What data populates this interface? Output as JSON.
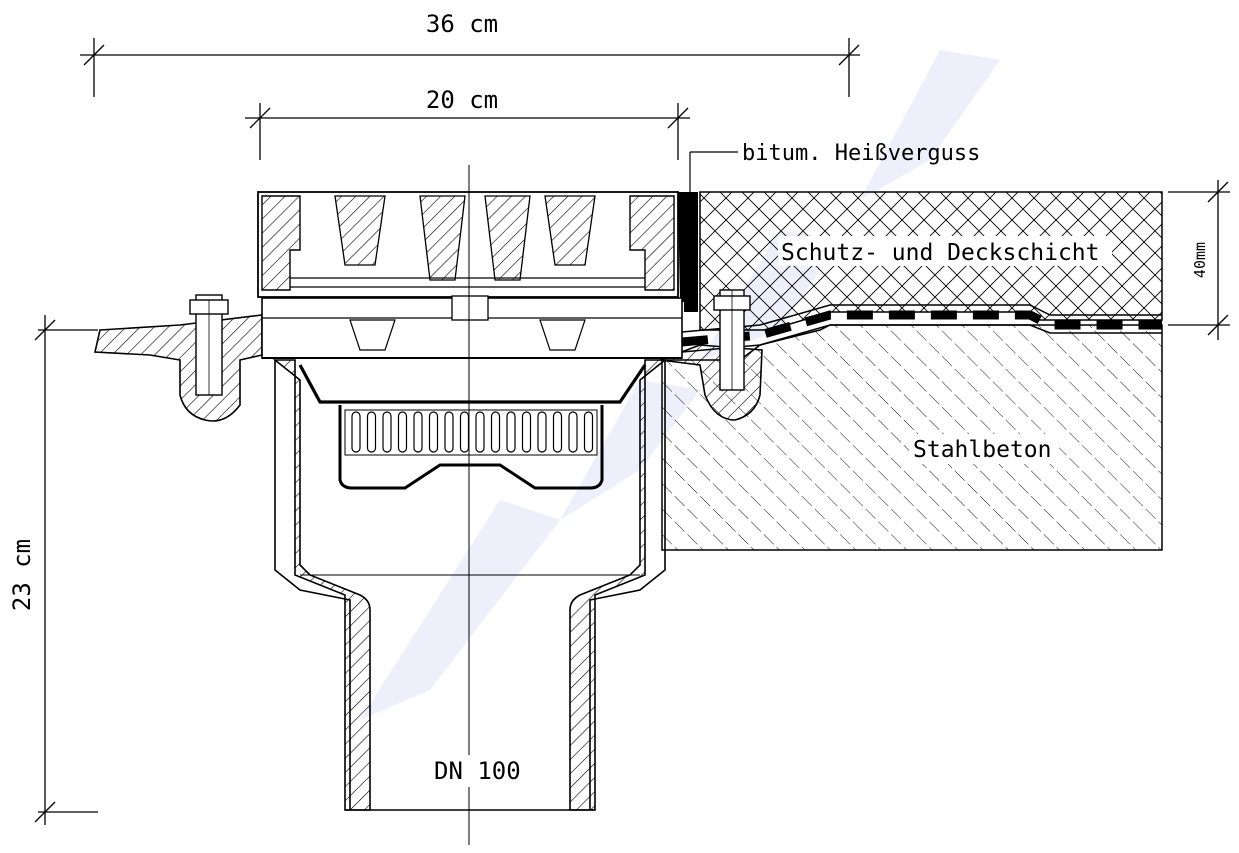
{
  "dimensions": {
    "overall_width": "36 cm",
    "top_width": "20 cm",
    "layer_thickness": "40mm",
    "height": "23 cm"
  },
  "labels": {
    "sealant": "bitum. Heißverguss",
    "protective_layer": "Schutz- und Deckschicht",
    "concrete": "Stahlbeton",
    "pipe": "DN  100"
  },
  "colors": {
    "line": "#000000",
    "watermark": "#e6e8f8"
  }
}
